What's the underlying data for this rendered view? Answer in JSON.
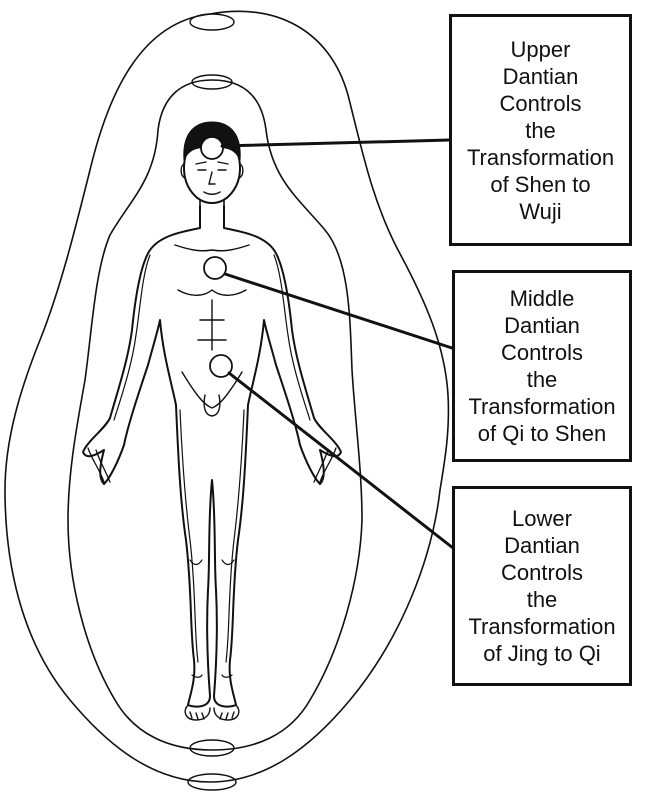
{
  "colors": {
    "ink": "#111111",
    "background": "#ffffff",
    "hair": "#111111"
  },
  "labels": {
    "upper": [
      "Upper",
      "Dantian",
      "Controls",
      "the",
      "Transformation",
      "of Shen to",
      "Wuji"
    ],
    "middle": [
      "Middle",
      "Dantian",
      "Controls",
      "the",
      "Transformation",
      "of Qi to Shen"
    ],
    "lower": [
      "Lower",
      "Dantian",
      "Controls",
      "the",
      "Transformation",
      "of Jing to Qi"
    ]
  }
}
